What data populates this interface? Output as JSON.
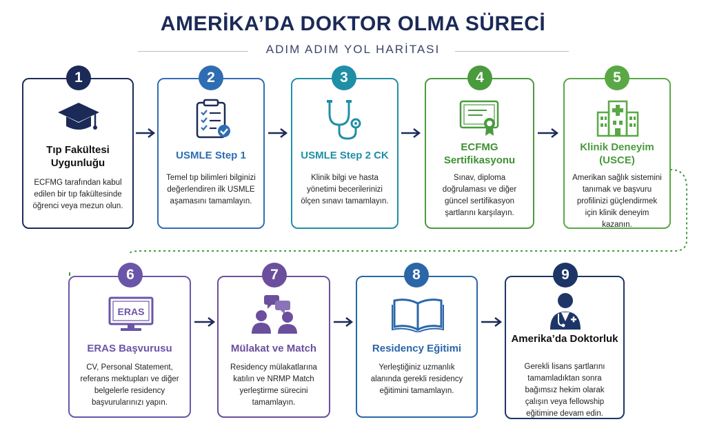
{
  "header": {
    "title": "AMERİKA’DA DOKTOR OLMA SÜRECİ",
    "subtitle": "ADIM ADIM YOL HARİTASI"
  },
  "colors": {
    "navy": "#1b2a57",
    "blue": "#2f6db3",
    "teal": "#1f8fa6",
    "green": "#4a9a3e",
    "lightgreen": "#59a845",
    "purple": "#6a55a8",
    "purple2": "#6b4f9c",
    "steelblue": "#2a66a8",
    "darknavy": "#1d3566"
  },
  "steps": [
    {
      "num": "1",
      "title": "Tıp Fakültesi Uygunluğu",
      "desc": "ECFMG tarafından kabul edilen bir tıp fakültesinde öğrenci veya mezun olun.",
      "icon": "graduation-cap-icon"
    },
    {
      "num": "2",
      "title": "USMLE Step 1",
      "desc": "Temel tıp bilimleri bilginizi değerlendiren ilk USMLE aşamasını tamamlayın.",
      "icon": "checklist-clipboard-icon"
    },
    {
      "num": "3",
      "title": "USMLE Step 2 CK",
      "desc": "Klinik bilgi ve hasta yönetimi becerilerinizi ölçen sınavı tamamlayın.",
      "icon": "stethoscope-icon"
    },
    {
      "num": "4",
      "title": "ECFMG Sertifikasyonu",
      "desc": "Sınav, diploma doğrulaması ve diğer güncel sertifikasyon şartlarını karşılayın.",
      "icon": "certificate-icon"
    },
    {
      "num": "5",
      "title": "Klinik Deneyim (USCE)",
      "desc": "Amerikan sağlık sistemini tanımak ve başvuru profilinizi güçlendirmek için klinik deneyim kazanın.",
      "icon": "hospital-icon"
    },
    {
      "num": "6",
      "title": "ERAS Başvurusu",
      "desc": "CV, Personal Statement, referans mektupları ve diğer belgelerle residency başvurularınızı yapın.",
      "icon": "eras-monitor-icon",
      "screen_text": "ERAS"
    },
    {
      "num": "7",
      "title": "Mülakat ve Match",
      "desc": "Residency mülakatlarına katılın ve NRMP Match yerleştirme sürecini tamamlayın.",
      "icon": "interview-people-icon"
    },
    {
      "num": "8",
      "title": "Residency Eğitimi",
      "desc": "Yerleştiğiniz uzmanlık alanında gerekli residency eğitimini tamamlayın.",
      "icon": "open-book-icon"
    },
    {
      "num": "9",
      "title": "Amerika’da Doktorluk",
      "desc": "Gerekli lisans şartlarını tamamladıktan sonra bağımsız hekim olarak çalışın veya fellowship eğitimine devam edin.",
      "icon": "doctor-icon"
    }
  ]
}
